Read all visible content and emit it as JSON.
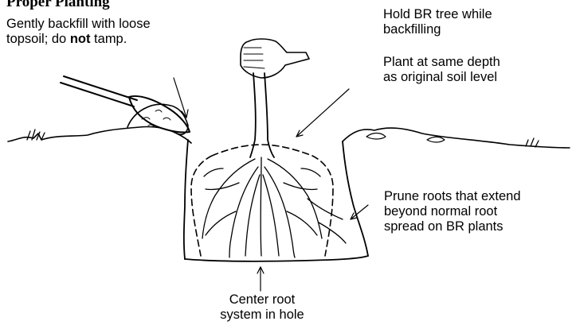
{
  "heading": "Proper Planting",
  "labels": {
    "backfill": {
      "line1": "Gently backfill with loose",
      "line2_pre": "topsoil; do ",
      "line2_bold": "not",
      "line2_post": " tamp."
    },
    "hold": {
      "line1": "Hold BR tree while",
      "line2": "backfilling"
    },
    "depth": {
      "line1": "Plant at same depth",
      "line2": "as original soil level"
    },
    "prune": {
      "line1": "Prune roots that extend",
      "line2": "beyond normal root",
      "line3": "spread on BR plants"
    },
    "center": {
      "line1": "Center root",
      "line2": "system in hole"
    }
  },
  "colors": {
    "ink": "#000000",
    "background": "#ffffff"
  }
}
